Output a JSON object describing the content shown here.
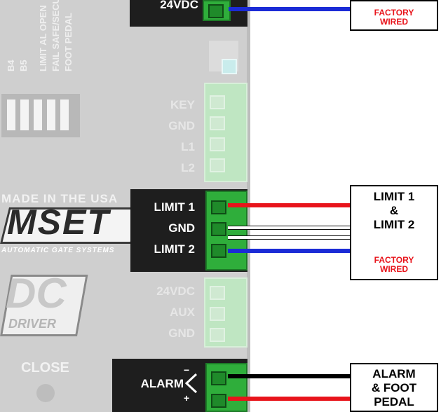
{
  "top_connector": {
    "label": "24VDC",
    "note_line1": "FACTORY",
    "note_line2": "WIRED"
  },
  "dip_labels": [
    "B4",
    "B5",
    "LIMIT AL OPEN",
    "FAIL SAFE/SECURE",
    "FOOT PEDAL"
  ],
  "ghost_terminals": [
    "KEY",
    "GND",
    "L1",
    "L2"
  ],
  "branding": {
    "made_in": "MADE IN THE USA",
    "logo": "MSET",
    "tagline": "AUTOMATIC GATE SYSTEMS",
    "logo2": "DC",
    "logo2_sub": "DRIVER"
  },
  "limit_connector": {
    "labels": [
      "LIMIT 1",
      "GND",
      "LIMIT 2"
    ],
    "box_line1": "LIMIT 1",
    "box_line2": "&",
    "box_line3": "LIMIT 2",
    "note_line1": "FACTORY",
    "note_line2": "WIRED"
  },
  "aux_terminals": [
    "24VDC",
    "AUX",
    "GND"
  ],
  "close_label": "CLOSE",
  "alarm_connector": {
    "label": "ALARM",
    "minus": "−",
    "plus": "+",
    "box_line1": "ALARM",
    "box_line2": "& FOOT",
    "box_line3": "PEDAL"
  },
  "colors": {
    "board": "#cfcfcf",
    "terminal_green": "#2fae3b",
    "wire_red": "#e8141b",
    "wire_blue": "#1b2bd6",
    "wire_black": "#000000",
    "wire_white": "#ffffff"
  }
}
